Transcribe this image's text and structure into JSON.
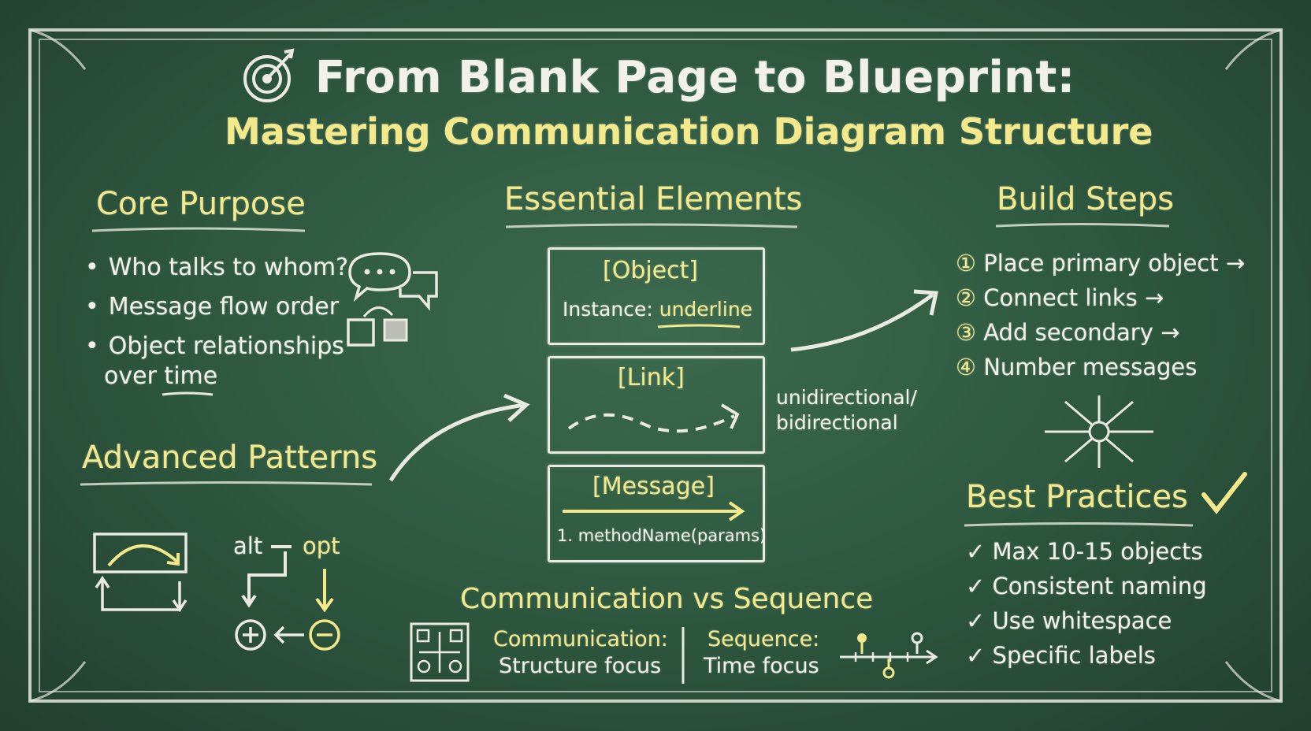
{
  "title": {
    "main": "From Blank Page to Blueprint:",
    "sub": "Mastering Communication Diagram Structure",
    "icon": "target-icon"
  },
  "core_purpose": {
    "heading": "Core Purpose",
    "items": [
      "Who talks to whom?",
      "Message flow order",
      "Object relationships",
      "over time"
    ],
    "icon": "chat-bubbles-icon"
  },
  "essential_elements": {
    "heading": "Essential Elements",
    "object": {
      "label": "[Object]",
      "instance_prefix": "Instance:",
      "instance_style": "underline"
    },
    "link": {
      "label": "[Link]",
      "note_line1": "unidirectional/",
      "note_line2": "bidirectional"
    },
    "message": {
      "label": "[Message]",
      "example": "1. methodName(params)"
    }
  },
  "build_steps": {
    "heading": "Build Steps",
    "steps": [
      {
        "num": "①",
        "text": "Place primary object →"
      },
      {
        "num": "②",
        "text": "Connect links →"
      },
      {
        "num": "③",
        "text": "Add secondary →"
      },
      {
        "num": "④",
        "text": "Number messages"
      }
    ],
    "icon": "hub-spoke-icon"
  },
  "advanced_patterns": {
    "heading": "Advanced Patterns",
    "alt": "alt",
    "opt": "opt",
    "icons": [
      "loop-icon",
      "plus-circle-icon",
      "minus-circle-icon"
    ]
  },
  "best_practices": {
    "heading": "Best Practices",
    "items": [
      "Max 10-15 objects",
      "Consistent naming",
      "Use whitespace",
      "Specific labels"
    ]
  },
  "comparison": {
    "heading": "Communication vs Sequence",
    "communication_label": "Communication:",
    "communication_desc": "Structure focus",
    "sequence_label": "Sequence:",
    "sequence_desc": "Time focus"
  },
  "colors": {
    "board": "#2f5a41",
    "chalk": "#f1f1ea",
    "chalk_yellow": "#f3e98a"
  }
}
